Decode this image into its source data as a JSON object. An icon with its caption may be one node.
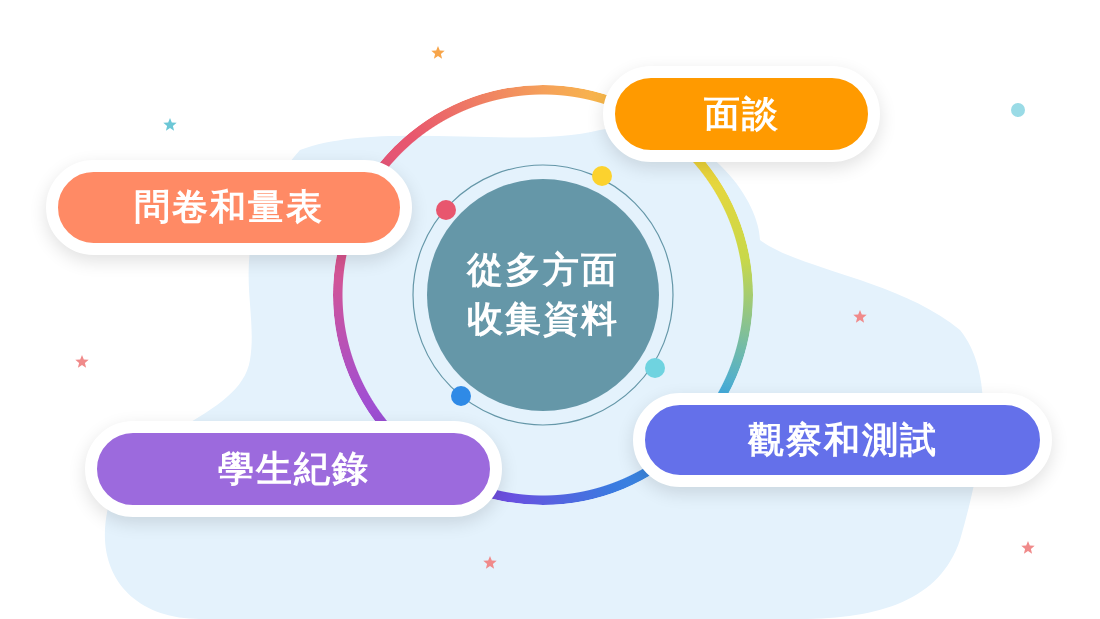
{
  "diagram": {
    "nodes": [
      {
        "text": [
          "面談"
        ]
      },
      {
        "text": [
          "問卷和量表"
        ]
      },
      {
        "text": [
          "從多方面收集資料"
        ]
      },
      {
        "text": [
          "觀察和測試"
        ]
      },
      {
        "text": [
          "學生紀錄"
        ]
      }
    ]
  }
}
